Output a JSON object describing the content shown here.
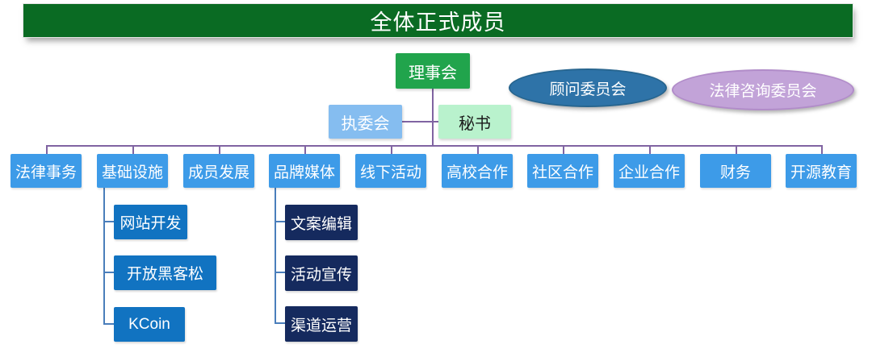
{
  "banner": {
    "title": "全体正式成员"
  },
  "top_nodes": {
    "board": "理事会",
    "exec_committee": "执委会",
    "secretary": "秘书",
    "advisory_committee": "顾问委员会",
    "legal_advisory_committee": "法律咨询委员会"
  },
  "departments": [
    {
      "label": "法律事务"
    },
    {
      "label": "基础设施"
    },
    {
      "label": "成员发展"
    },
    {
      "label": "品牌媒体"
    },
    {
      "label": "线下活动"
    },
    {
      "label": "高校合作"
    },
    {
      "label": "社区合作"
    },
    {
      "label": "企业合作"
    },
    {
      "label": "财务"
    },
    {
      "label": "开源教育"
    }
  ],
  "infrastructure_children": [
    {
      "label": "网站开发"
    },
    {
      "label": "开放黑客松"
    },
    {
      "label": "KCoin"
    }
  ],
  "brand_media_children": [
    {
      "label": "文案编辑"
    },
    {
      "label": "活动宣传"
    },
    {
      "label": "渠道运营"
    }
  ],
  "colors": {
    "banner_bg": "#0a6b23",
    "board_bg": "#21a44c",
    "exec_bg": "#85bdf0",
    "secretary_bg": "#b9f2cd",
    "dept_bg": "#3d9be8",
    "infra_child_bg": "#1173c1",
    "brand_child_bg": "#152a5e",
    "advisory_bg": "#2e73a8",
    "legal_advisory_bg": "#c2a3d8",
    "connector_purple": "#8064a2",
    "connector_blue": "#4a7ebb"
  }
}
